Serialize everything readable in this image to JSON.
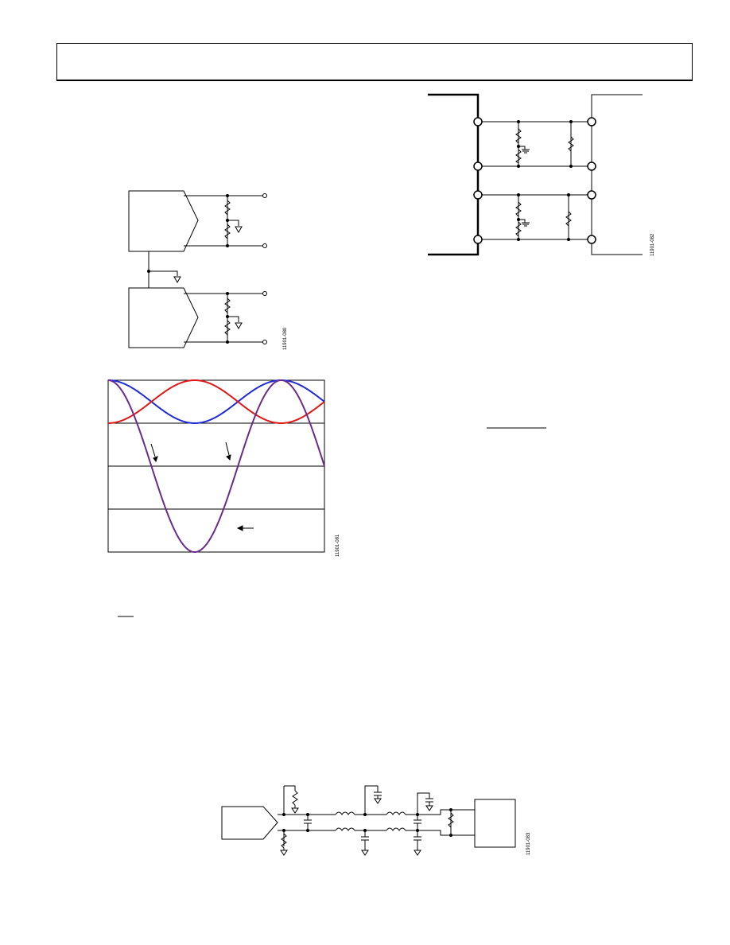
{
  "figure_ids": {
    "dual_amp_schematic": "11901-080",
    "waveform_chart": "11901-081",
    "connector_schematic": "11901-082",
    "filter_schematic": "11901-083"
  },
  "colors": {
    "line_black": "#000000",
    "series_blue": "#1f2bd8",
    "series_red": "#e01818",
    "series_purple": "#6a2a8e"
  },
  "chart_data": {
    "type": "line",
    "title": "",
    "xlabel": "",
    "ylabel": "",
    "x_units": "cycles",
    "xlim": [
      0,
      1.25
    ],
    "ylim": [
      -1.5,
      0.5
    ],
    "grid": "horizontal",
    "series": [
      {
        "color": "#1f2bd8",
        "amplitude": 0.25,
        "offset": 0.25,
        "phase_cycles": 0.0,
        "frequency_cycles": 1
      },
      {
        "color": "#e01818",
        "amplitude": 0.25,
        "offset": 0.25,
        "phase_cycles": 0.5,
        "frequency_cycles": 1
      },
      {
        "color": "#6a2a8e",
        "amplitude": 1.0,
        "offset": -0.5,
        "phase_cycles": 0.0,
        "frequency_cycles": 1
      }
    ]
  }
}
